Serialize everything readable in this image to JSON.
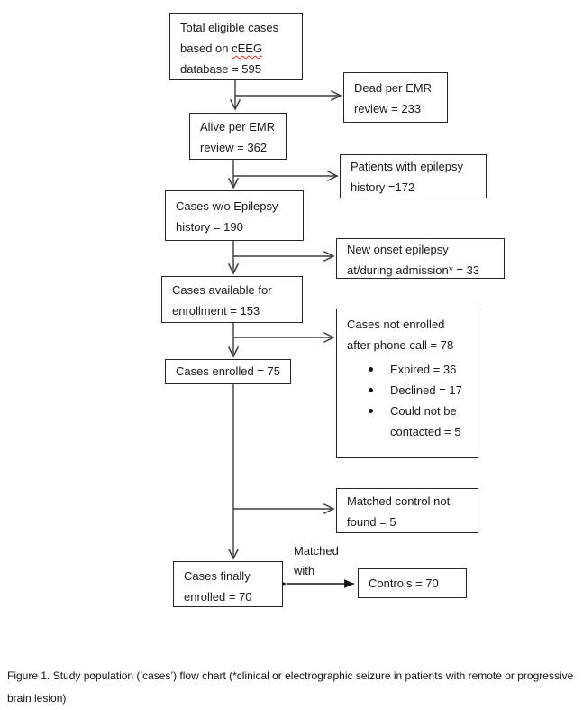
{
  "flow": {
    "boxes": {
      "total": {
        "line1": "Total eligible cases",
        "line2_prefix": "based on ",
        "line2_word": "cEEG",
        "line3": "database = 595"
      },
      "dead": {
        "text": "Dead per EMR\nreview = 233"
      },
      "alive": {
        "text": "Alive per EMR\nreview = 362"
      },
      "epilepsy_history": {
        "text": "Patients with epilepsy\nhistory =172"
      },
      "wo_epilepsy": {
        "text": "Cases w/o Epilepsy\nhistory = 190"
      },
      "new_onset": {
        "text": "New onset epilepsy\nat/during admission* = 33"
      },
      "available": {
        "text": "Cases available for\nenrollment = 153"
      },
      "not_enrolled": {
        "title": "Cases not enrolled\nafter phone call = 78",
        "bullets": [
          "Expired = 36",
          "Declined = 17",
          "Could not be contacted = 5"
        ]
      },
      "enrolled": {
        "text": "Cases enrolled = 75"
      },
      "matched_not_found": {
        "text": "Matched control not\nfound = 5"
      },
      "finally_enrolled": {
        "text": "Cases finally\nenrolled = 70"
      },
      "controls": {
        "text": "Controls = 70"
      }
    },
    "labels": {
      "matched_with": "Matched\nwith"
    },
    "caption": "Figure 1. Study population (’cases’) flow chart (*clinical or electrographic seizure in patients with remote or progressive brain lesion)"
  },
  "colors": {
    "background": "#ffffff",
    "box_border": "#262626",
    "arrow_line": "#3d3d3d",
    "solid_arrow": "#111111",
    "text": "#1a1a1a",
    "spellcheck_underline": "#e0301e"
  }
}
